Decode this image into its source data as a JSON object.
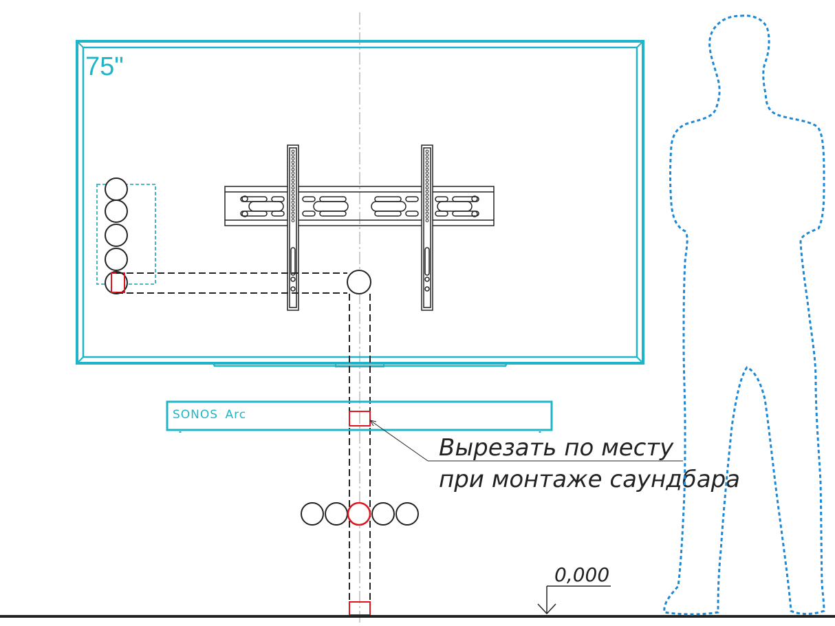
{
  "tv": {
    "size_label": "75\""
  },
  "soundbar": {
    "brand": "SONOS",
    "model": "Arc"
  },
  "note": {
    "line1": "Вырезать по месту",
    "line2": "при монтаже саундбара"
  },
  "floor": {
    "level_label": "0,000"
  },
  "colors": {
    "tv": "#1fb5c9",
    "person": "#1e88d2",
    "cutout": "#e0141e",
    "line": "#222222"
  }
}
